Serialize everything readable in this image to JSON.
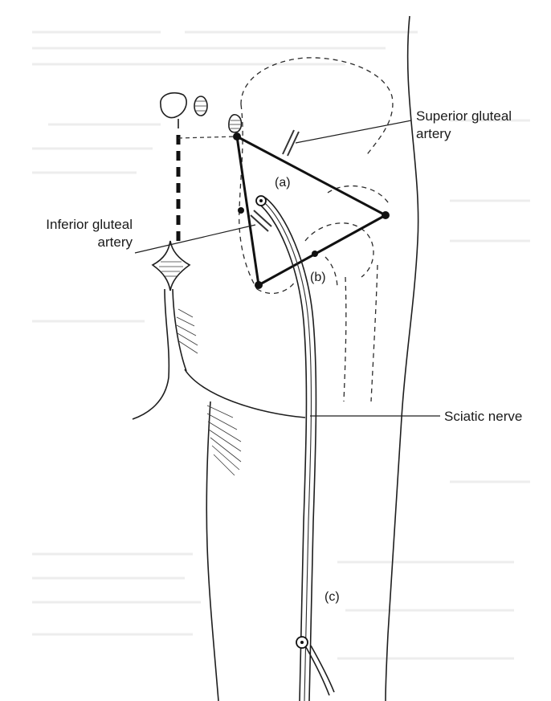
{
  "labels": {
    "superior_gluteal_artery_line1": "Superior gluteal",
    "superior_gluteal_artery_line2": "artery",
    "inferior_gluteal_artery_line1": "Inferior gluteal",
    "inferior_gluteal_artery_line2": "artery",
    "sciatic_nerve": "Sciatic nerve",
    "marker_a": "(a)",
    "marker_b": "(b)",
    "marker_c": "(c)"
  }
}
